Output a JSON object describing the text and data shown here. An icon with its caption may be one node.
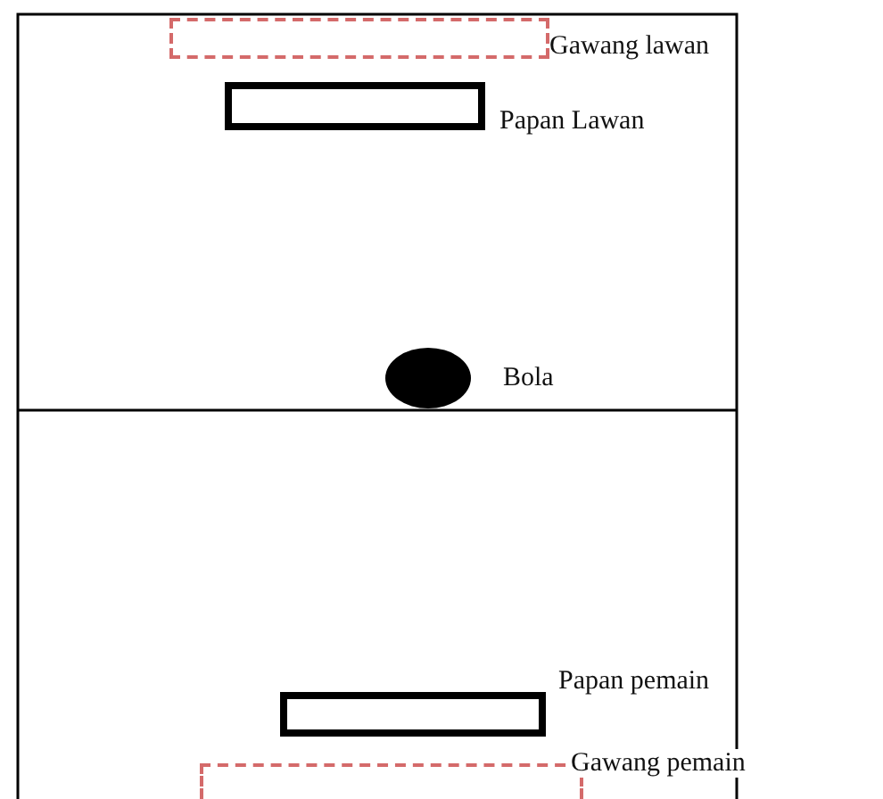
{
  "diagram": {
    "nodes": [
      {
        "text": [
          "Gawang lawan"
        ]
      },
      {
        "text": [
          "Papan Lawan"
        ]
      },
      {
        "text": [
          "Bola"
        ]
      },
      {
        "text": [
          "Papan pemain"
        ]
      },
      {
        "text": [
          "Gawang pemain"
        ]
      }
    ],
    "edges": []
  }
}
